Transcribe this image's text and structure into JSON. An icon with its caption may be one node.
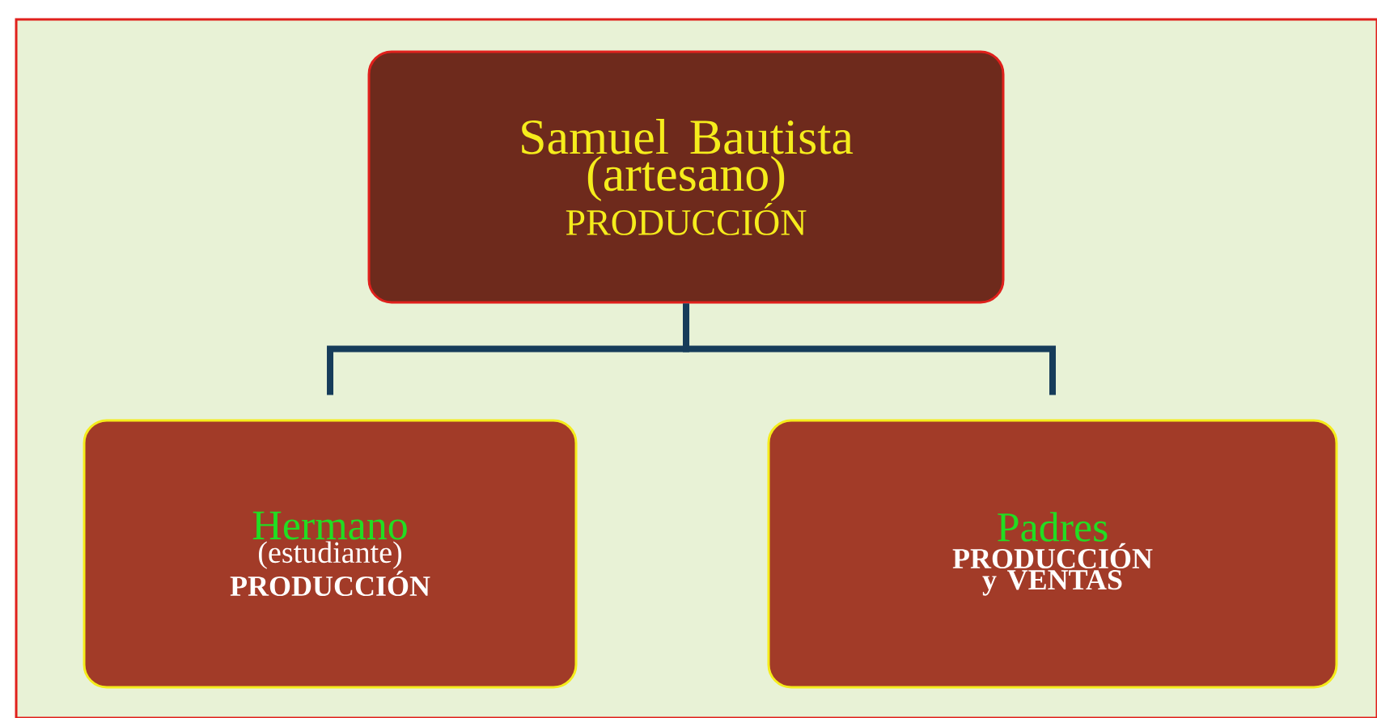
{
  "diagram": {
    "nodes": [
      {
        "text": [
          "Samuel Bautista",
          "(artesano)",
          "PRODUCCIÓN"
        ]
      },
      {
        "text": [
          "Hermano",
          "(estudiante)",
          "PRODUCCIÓN"
        ]
      },
      {
        "text": [
          "Padres",
          "PRODUCCIÓN y VENTAS"
        ]
      }
    ],
    "edges": [
      {
        "from": 0,
        "to": 1,
        "arrow": "none"
      },
      {
        "from": 0,
        "to": 2,
        "arrow": "none"
      }
    ]
  }
}
